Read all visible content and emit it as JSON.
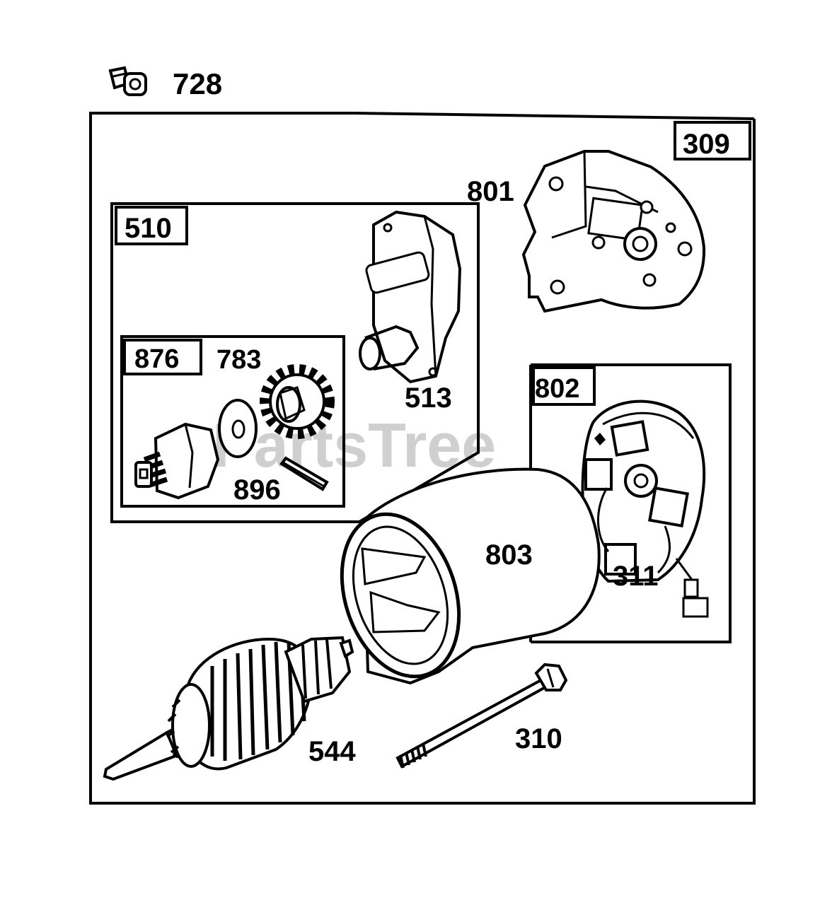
{
  "watermark": "PartsTree",
  "labels": {
    "p728": "728",
    "p309": "309",
    "p801": "801",
    "p510": "510",
    "p513": "513",
    "p876": "876",
    "p783": "783",
    "p896": "896",
    "p802": "802",
    "p803": "803",
    "p311": "311",
    "p544": "544",
    "p310": "310"
  },
  "colors": {
    "line": "#000000",
    "background": "#ffffff",
    "watermark": "#cfcfcf"
  }
}
